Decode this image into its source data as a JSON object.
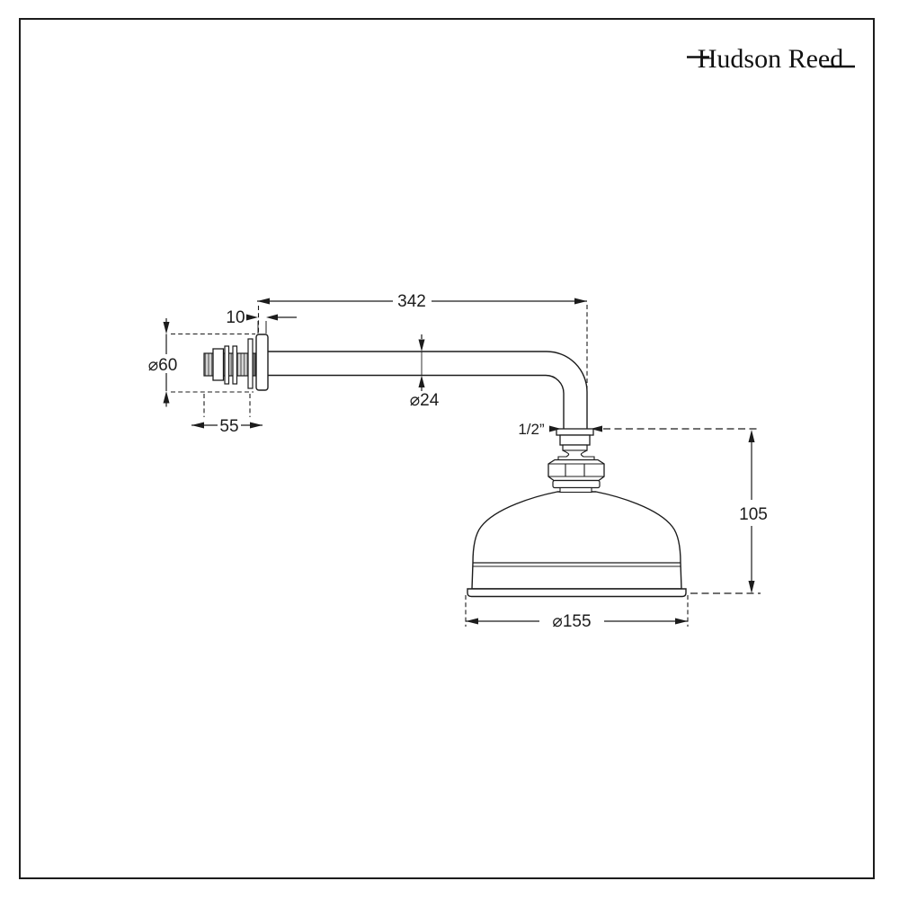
{
  "brand": {
    "logo_text": "Hudson Reed"
  },
  "drawing": {
    "title": "shower-head-and-arm-dimension-drawing",
    "dimensions": {
      "arm_length": "342",
      "arm_diameter": "⌀24",
      "wall_plate_thickness": "10",
      "wall_plate_diameter": "⌀60",
      "wall_fitting_length": "55",
      "connector_thread_size": "1/2”",
      "head_height": "105",
      "head_diameter": "⌀155"
    },
    "colors": {
      "line": "#1c1c1c",
      "background": "#ffffff",
      "thread_fill": "#d8d8d8",
      "thread_stripe": "#6e6e6e"
    }
  }
}
